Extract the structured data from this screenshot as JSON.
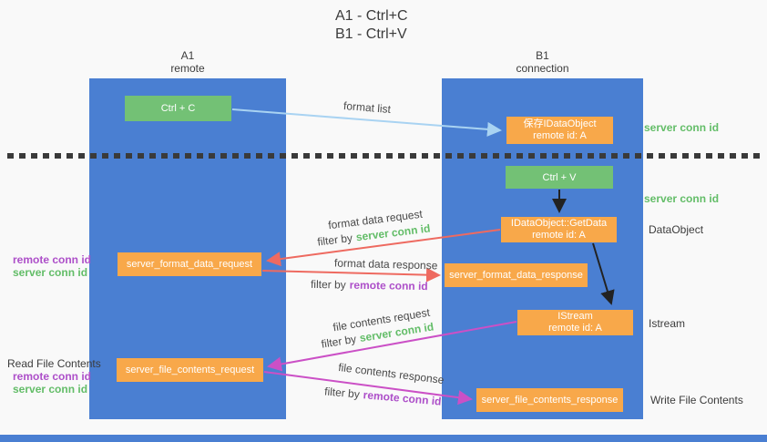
{
  "title": {
    "line1": "A1 - Ctrl+C",
    "line2": "B1 - Ctrl+V"
  },
  "lifelines": {
    "left": {
      "name": "A1",
      "role": "remote"
    },
    "right": {
      "name": "B1",
      "role": "connection"
    }
  },
  "nodes": {
    "ctrl_c": {
      "label": "Ctrl + C"
    },
    "ctrl_v": {
      "label": "Ctrl + V"
    },
    "save_dataobject": {
      "line1": "保存IDataObject",
      "line2": "remote id: A"
    },
    "getdata": {
      "line1": "IDataObject::GetData",
      "line2": "remote id: A"
    },
    "istream": {
      "line1": "IStream",
      "line2": "remote id: A"
    },
    "format_request": {
      "label": "server_format_data_request"
    },
    "format_response": {
      "label": "server_format_data_response"
    },
    "file_request": {
      "label": "server_file_contents_request"
    },
    "file_response": {
      "label": "server_file_contents_response"
    }
  },
  "annotations": {
    "server_conn_id_top": "server conn id",
    "server_conn_id_mid": "server conn id",
    "dataobject": "DataObject",
    "istream": "Istream",
    "read_file_contents": "Read File Contents",
    "write_file_contents": "Write File Contents",
    "left_format": {
      "remote": "remote conn id",
      "server": "server conn id"
    },
    "left_file": {
      "remote": "remote conn id",
      "server": "server conn id"
    }
  },
  "edges": {
    "format_list": {
      "label": "format list"
    },
    "format_data_request": {
      "label": "format data request",
      "filter": "filter by",
      "key": "server conn id"
    },
    "format_data_response": {
      "label": "format data response",
      "filter": "filter by",
      "key": "remote conn id"
    },
    "file_contents_request": {
      "label": "file contents request",
      "filter": "filter by",
      "key": "server conn id"
    },
    "file_contents_response": {
      "label": "file contents response",
      "filter": "filter by",
      "key": "remote conn id"
    }
  },
  "colors": {
    "lifeline_blue": "#4a7fd2",
    "green_box": "#73c175",
    "orange_box": "#f8a84a",
    "green_text": "#63bd68",
    "purple_text": "#ad4fc9",
    "red_arrow": "#ee6a60",
    "magenta_arrow": "#cb50c6",
    "light_blue_arrow": "#a9d3f2",
    "black_arrow": "#222222"
  }
}
